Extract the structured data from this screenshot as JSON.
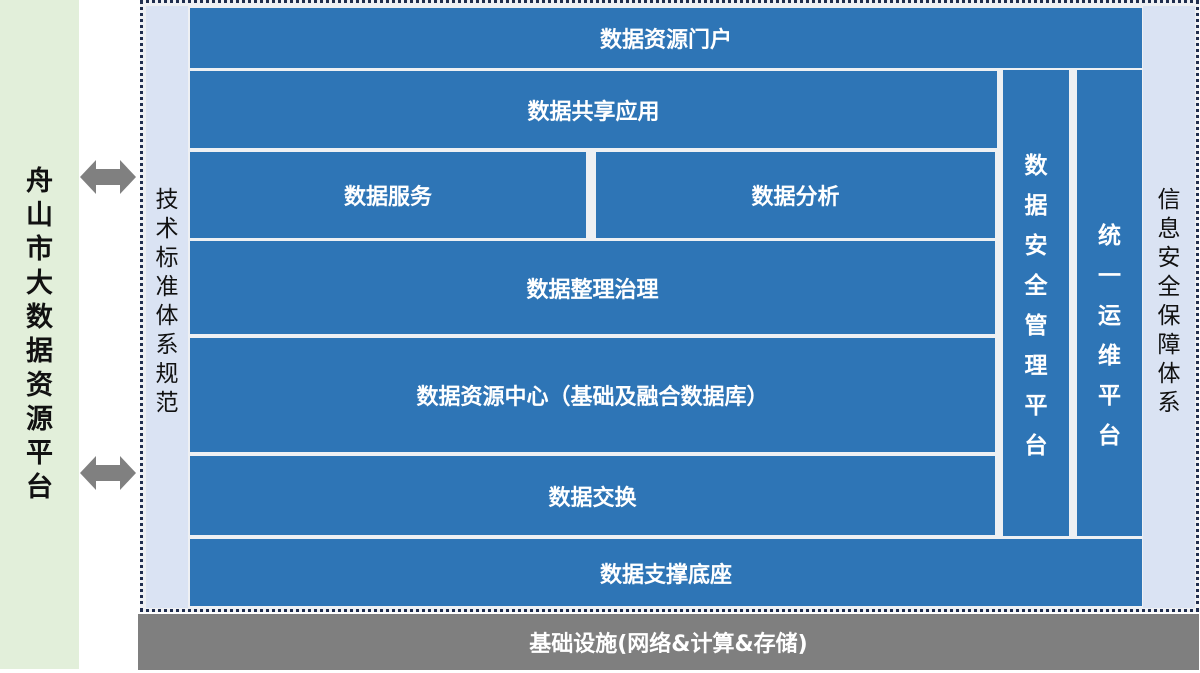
{
  "platform": {
    "title_chars": [
      "舟",
      "山",
      "市",
      "大",
      "数",
      "据",
      "资",
      "源",
      "平",
      "台"
    ],
    "title": "舟山市大数据资源平台"
  },
  "arrows": [
    {
      "icon": "double-arrow-icon",
      "direction": "left-right"
    },
    {
      "icon": "double-arrow-icon",
      "direction": "left-right"
    }
  ],
  "left_column": {
    "title": "技术标准体系规范",
    "chars": [
      "技",
      "术",
      "标",
      "准",
      "体",
      "系",
      "规",
      "范"
    ]
  },
  "right_column": {
    "title": "信息安全保障体系",
    "chars": [
      "信",
      "息",
      "安",
      "全",
      "保",
      "障",
      "体",
      "系"
    ]
  },
  "layers": {
    "portal": "数据资源门户",
    "sharing_app": "数据共享应用",
    "service": "数据服务",
    "analysis": "数据分析",
    "governance": "数据整理治理",
    "resource_center": "数据资源中心（基础及融合数据库）",
    "exchange": "数据交换",
    "support_base": "数据支撑底座"
  },
  "vertical_platforms": {
    "security": {
      "title": "数据安全管理平台",
      "chars": [
        "数",
        "据",
        "安",
        "全",
        "管",
        "理",
        "平",
        "台"
      ]
    },
    "ops": {
      "title": "统一运维平台",
      "chars": [
        "统",
        "一",
        "运",
        "维",
        "平",
        "台"
      ]
    }
  },
  "infrastructure": "基础设施(网络&计算&存储)",
  "colors": {
    "block_blue": "#2e75b6",
    "side_light_blue": "#dae3f3",
    "platform_green": "#e2efda",
    "infra_gray": "#7f7f7f",
    "arrow_gray": "#808080"
  }
}
